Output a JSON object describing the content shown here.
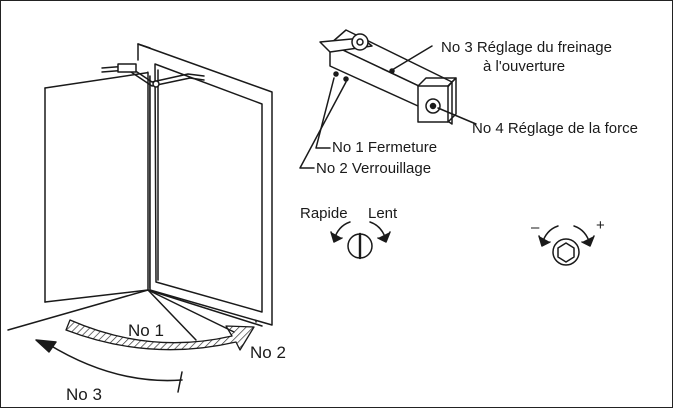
{
  "diagram": {
    "labels": {
      "no1": "No 1",
      "no2": "No 2",
      "no3": "No 3",
      "fermeture": "No 1 Fermeture",
      "verrouillage": "No 2 Verrouillage",
      "freinage_l1": "No 3 Réglage du freinage",
      "freinage_l2": "à l'ouverture",
      "force": "No 4 Réglage de la force",
      "rapide": "Rapide",
      "lent": "Lent",
      "minus": "–",
      "plus": "+"
    },
    "colors": {
      "line": "#1a1a1a",
      "fill": "#ffffff",
      "hatch": "#333333"
    }
  }
}
